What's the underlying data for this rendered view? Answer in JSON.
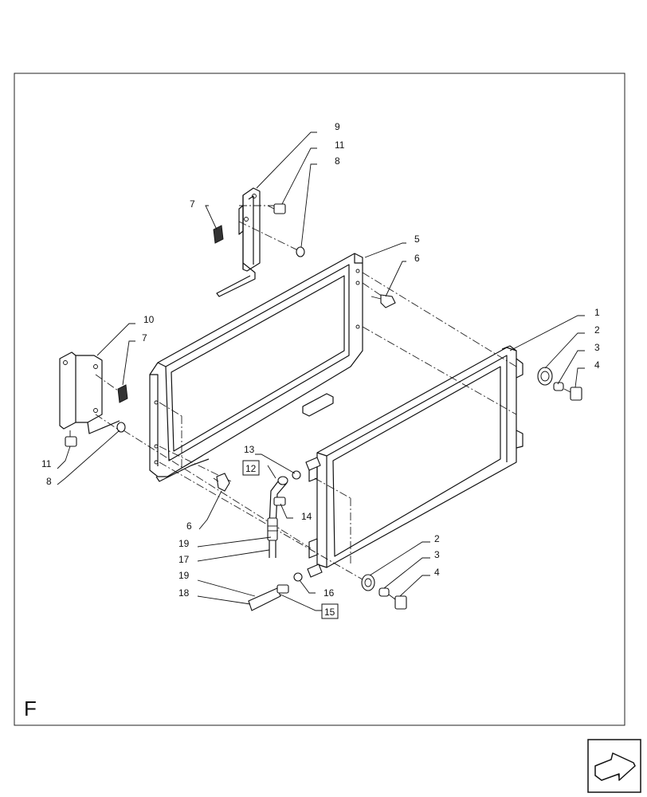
{
  "view_letter": "F",
  "labels": {
    "l1": "1",
    "l2a": "2",
    "l3a": "3",
    "l4a": "4",
    "l5": "5",
    "l6a": "6",
    "l6b": "6",
    "l7a": "7",
    "l7b": "7",
    "l8a": "8",
    "l8b": "8",
    "l9": "9",
    "l10": "10",
    "l11a": "11",
    "l11b": "11",
    "l12": "12",
    "l13": "13",
    "l14": "14",
    "l15": "15",
    "l16": "16",
    "l17": "17",
    "l18": "18",
    "l19a": "19",
    "l19b": "19",
    "l2b": "2",
    "l3b": "3",
    "l4b": "4"
  },
  "icons": {
    "nav": "next-page-arrow-icon"
  }
}
